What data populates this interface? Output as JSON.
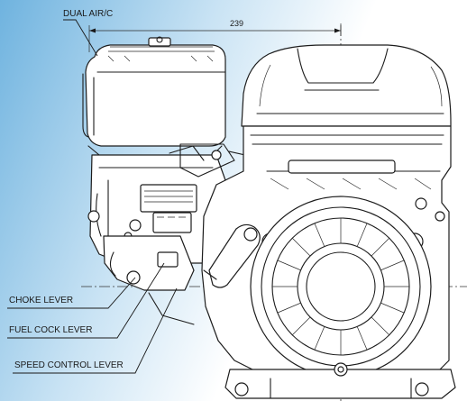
{
  "dimension": {
    "value": "239"
  },
  "callouts": {
    "dual_air_cleaner": "DUAL AIR/C",
    "choke_lever": "CHOKE LEVER",
    "fuel_cock_lever": "FUEL COCK LEVER",
    "speed_control_lever": "SPEED CONTROL LEVER"
  },
  "colors": {
    "background_blue": "#6fb3df",
    "background_light": "#ffffff",
    "line": "#1c1c1c"
  }
}
